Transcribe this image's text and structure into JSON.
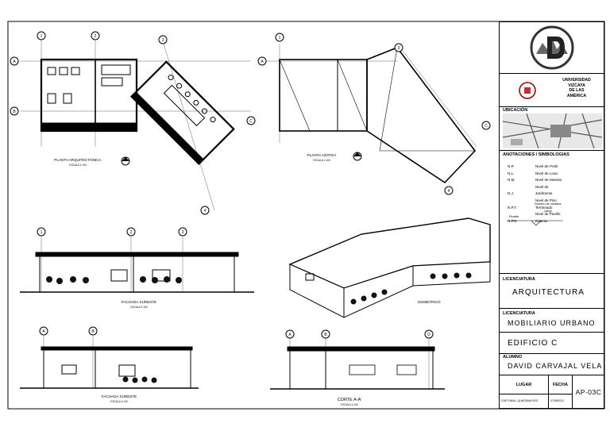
{
  "drawings": {
    "plan_title": "PLANTA ARQUITECTÓNICA",
    "plan_scale": "ESCALA 1:100",
    "roof_title": "PLANTA AZOTEA",
    "roof_scale": "ESCALA 1:100",
    "facade1_title": "FACHADA SURESTE",
    "facade1_scale": "ESCALA 1:100",
    "iso_title": "ISOMETRICO",
    "facade2_title": "FACHADA SURESTE",
    "facade2_scale": "ESCALA 1:100",
    "section_title": "CORTE A-A'",
    "section_scale": "ESCALA 1:100",
    "grid_1": "1",
    "grid_2": "2",
    "grid_3": "3",
    "grid_4": "4",
    "grid_A": "A",
    "grid_B": "B",
    "grid_C": "C",
    "grid_D": "D"
  },
  "titleblock": {
    "university": [
      "UNIVERSIDAD",
      "VIZCAYA",
      "DE LAS",
      "AMÉRICA"
    ],
    "location_label": "UBICACIÓN",
    "annotations_label": "ANOTACIONES / SIMBOLOGIAS",
    "legend": [
      {
        "code": "N.P.",
        "text": "Nivel de Pretil"
      },
      {
        "code": "N.L.",
        "text": "Nivel de Losa"
      },
      {
        "code": "N.M.",
        "text": "Nivel de Meseta"
      },
      {
        "code": "N.J.",
        "text": "Nivel de Jardineras"
      },
      {
        "code": "N.P.T.",
        "text": "Nivel de Piso Terminado"
      },
      {
        "code": "N.P.E.",
        "text": "Nivel de Pasillo Exterior"
      }
    ],
    "window_labels": {
      "number": "Número de ventana",
      "sill": "Peralte",
      "length": "Largo"
    },
    "licenciatura_label": "LICENCIATURA",
    "licenciatura_value": "ARQUITECTURA",
    "materia_label": "LICENCIATURA",
    "materia_value": "MOBILIARIO URBANO",
    "building": "EDIFICIO C",
    "student_label": "ALUMNO",
    "student": "DAVID CARVAJAL VELA",
    "place_label": "LUGAR",
    "date_label": "FECHA",
    "sheet": "AP-03C",
    "place_value": "CHETUMAL, QUINTANA ROO",
    "date_value": "07/05/2021"
  }
}
